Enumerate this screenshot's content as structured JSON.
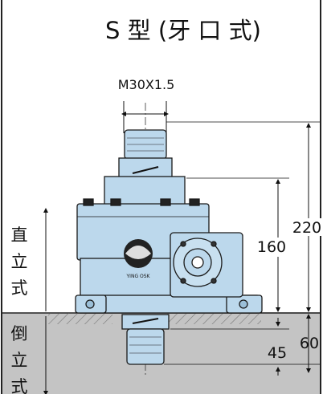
{
  "header": {
    "title": "S 型  (牙 口 式)"
  },
  "dimensions": {
    "thread": "M30X1.5",
    "total_height": "220",
    "body_height": "160",
    "bottom_total": "60",
    "bottom_thread": "45"
  },
  "labels": {
    "upright": [
      "直",
      "立",
      "式"
    ],
    "inverted": [
      "倒",
      "立",
      "式"
    ],
    "logo_text": "YING OSK"
  },
  "colors": {
    "body_fill": "#bcd8ec",
    "body_stroke": "#1a1a1a",
    "ground_fill": "#c4c4c4",
    "frame": "#222222"
  }
}
